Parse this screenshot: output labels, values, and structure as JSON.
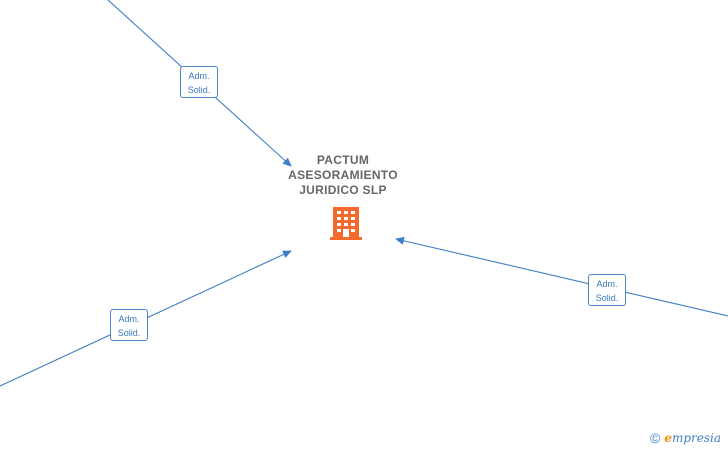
{
  "company": {
    "name_lines": [
      "PACTUM",
      "ASESORAMIENTO",
      "JURIDICO  SLP"
    ],
    "icon": "building-icon",
    "icon_color": "#f26a2e"
  },
  "relations": [
    {
      "label_lines": [
        "Adm.",
        "Solid."
      ]
    },
    {
      "label_lines": [
        "Adm.",
        "Solid."
      ]
    },
    {
      "label_lines": [
        "Adm.",
        "Solid."
      ]
    }
  ],
  "colors": {
    "edge": "#3f7ec6",
    "label_border": "#4a86c8",
    "company_text": "#666666"
  },
  "watermark": {
    "copyright_symbol": "©",
    "brand_initial": "e",
    "brand_rest": "mpresia"
  }
}
